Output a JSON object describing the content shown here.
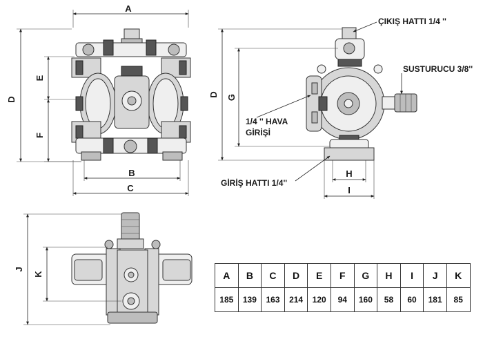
{
  "dimension_letters": {
    "a": "A",
    "b": "B",
    "c": "C",
    "d": "D",
    "e": "E",
    "f": "F",
    "g": "G",
    "h": "H",
    "i": "I",
    "j": "J",
    "k": "K"
  },
  "callouts": {
    "outlet": "ÇIKIŞ HATTI 1/4 ''",
    "muffler": "SUSTURUCU 3/8''",
    "air_inlet_line1": "1/4 '' HAVA",
    "air_inlet_line2": "GİRİŞİ",
    "inlet": "GİRİŞ HATTI 1/4''"
  },
  "table": {
    "headers": [
      "A",
      "B",
      "C",
      "D",
      "E",
      "F",
      "G",
      "H",
      "I",
      "J",
      "K"
    ],
    "values": [
      "185",
      "139",
      "163",
      "214",
      "120",
      "94",
      "160",
      "58",
      "60",
      "181",
      "85"
    ]
  }
}
